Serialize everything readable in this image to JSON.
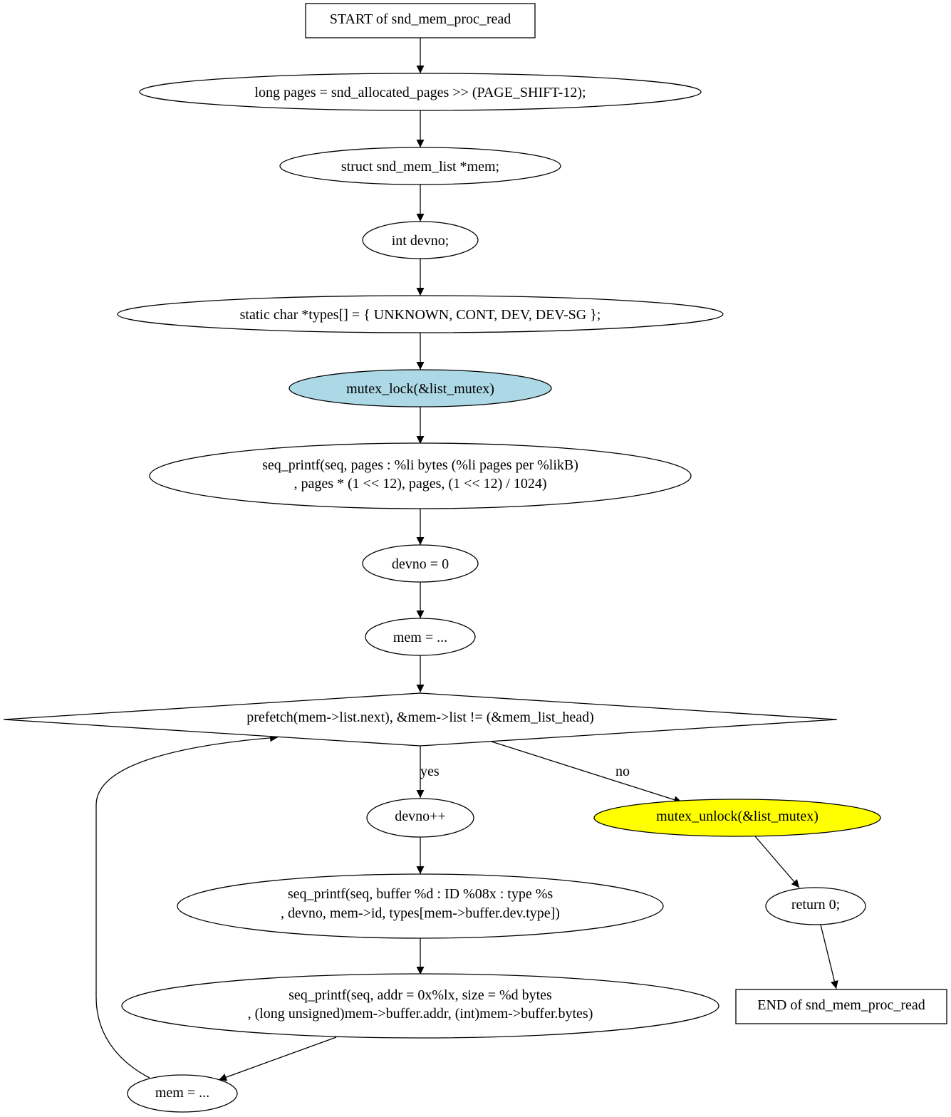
{
  "diagram": {
    "type": "flowchart",
    "nodes": {
      "start": {
        "lines": [
          "START of snd_mem_proc_read"
        ]
      },
      "pages_decl": {
        "lines": [
          "long pages = snd_allocated_pages >> (PAGE_SHIFT-12);"
        ]
      },
      "mem_decl": {
        "lines": [
          "struct snd_mem_list *mem;"
        ]
      },
      "devno_decl": {
        "lines": [
          "int devno;"
        ]
      },
      "types_decl": {
        "lines": [
          "static char *types[] = { UNKNOWN, CONT, DEV, DEV-SG };"
        ]
      },
      "mutex_lock": {
        "lines": [
          "mutex_lock(&list_mutex)"
        ],
        "fill": "#add8e6"
      },
      "seq_printf_pages": {
        "lines": [
          "seq_printf(seq, pages  : %li bytes (%li pages per %likB)",
          ", pages * (1 << 12), pages, (1 << 12) / 1024)"
        ]
      },
      "devno_init": {
        "lines": [
          "devno = 0"
        ]
      },
      "mem_init": {
        "lines": [
          "mem = ..."
        ]
      },
      "loop_cond": {
        "lines": [
          "prefetch(mem->list.next), &mem->list != (&mem_list_head)"
        ]
      },
      "devno_inc": {
        "lines": [
          "devno++"
        ]
      },
      "seq_printf_buffer": {
        "lines": [
          "seq_printf(seq, buffer %d : ID %08x : type %s",
          ", devno, mem->id, types[mem->buffer.dev.type])"
        ]
      },
      "seq_printf_addr": {
        "lines": [
          "seq_printf(seq,   addr = 0x%lx, size = %d bytes",
          ", (long unsigned)mem->buffer.addr, (int)mem->buffer.bytes)"
        ]
      },
      "mem_next": {
        "lines": [
          "mem = ..."
        ]
      },
      "mutex_unlock": {
        "lines": [
          "mutex_unlock(&list_mutex)"
        ],
        "fill": "#ffff00"
      },
      "return_stmt": {
        "lines": [
          "return 0;"
        ]
      },
      "end": {
        "lines": [
          "END of snd_mem_proc_read"
        ]
      }
    },
    "edge_labels": {
      "yes": "yes",
      "no": "no"
    },
    "edges": [
      {
        "from": "start",
        "to": "pages_decl"
      },
      {
        "from": "pages_decl",
        "to": "mem_decl"
      },
      {
        "from": "mem_decl",
        "to": "devno_decl"
      },
      {
        "from": "devno_decl",
        "to": "types_decl"
      },
      {
        "from": "types_decl",
        "to": "mutex_lock"
      },
      {
        "from": "mutex_lock",
        "to": "seq_printf_pages"
      },
      {
        "from": "seq_printf_pages",
        "to": "devno_init"
      },
      {
        "from": "devno_init",
        "to": "mem_init"
      },
      {
        "from": "mem_init",
        "to": "loop_cond"
      },
      {
        "from": "loop_cond",
        "to": "devno_inc",
        "label": "yes"
      },
      {
        "from": "loop_cond",
        "to": "mutex_unlock",
        "label": "no"
      },
      {
        "from": "devno_inc",
        "to": "seq_printf_buffer"
      },
      {
        "from": "seq_printf_buffer",
        "to": "seq_printf_addr"
      },
      {
        "from": "seq_printf_addr",
        "to": "mem_next"
      },
      {
        "from": "mem_next",
        "to": "loop_cond"
      },
      {
        "from": "mutex_unlock",
        "to": "return_stmt"
      },
      {
        "from": "return_stmt",
        "to": "end"
      }
    ]
  }
}
